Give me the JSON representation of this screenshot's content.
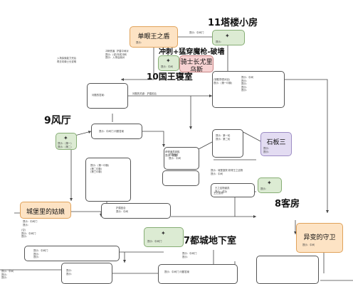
{
  "colors": {
    "orange": "#fde3c4",
    "green": "#dcebd3",
    "pink": "#f6d2d2",
    "purple": "#e3dcf2",
    "line": "#444444"
  },
  "nodes": {
    "king_shield": "单眼王之盾",
    "knight_title": "骑士长尤里",
    "knight_sub": "乌斯",
    "shiban": "石板三",
    "castle_girl": "城堡里的姑娘",
    "guardian": "异变的守卫"
  },
  "areas": {
    "tower": "11塔楼小房",
    "charge": "冲刺+猛穿魔枪-破墙",
    "throne": "10国王寝室",
    "wind": "9风厅",
    "guest": "8客房",
    "dungeon": "7都城地下室"
  },
  "small_text": {
    "t1": "问题的关键：护盾前后",
    "t2": "冲刺伤害  护盾中间对\n提示：(说)完成冲刺\n提示：入场后面对",
    "t3": "入场探索能力完后\n再去向骑士长说明",
    "t4": "获得道具钥匙\n提示：把握",
    "t5": "问题的答案：",
    "t6": "(钥匙物语对话)\n提示：(第一印象)",
    "t7": "提示：中间门",
    "t8": "提示：(第一印象)\n(第二印象)\n(第三印象)",
    "t9": "护盾回合\n提示：中间",
    "t10": "提示：第一轮\n提示：第二轮",
    "t11": "王之遗物道具\n提示：成功",
    "t12": "提示：城堡庭院 获得王之遗物\n提示：中间",
    "t13": "王之遗物",
    "t14": "提示：",
    "t15": "提示：中间门\n提示：",
    "t16": "(空)\n提示：中间门\n提示：",
    "t17": "护盾回合\n提示：中间",
    "t18": "提示：中间\n提示：\n提示：",
    "t19": "提示：中间门 问题答案",
    "t20": "提示：",
    "t21": "提示：(第一)\n提示：(第二)",
    "t22": "提示：中间门",
    "t23": "提示：中间门\n提示：\n提示：",
    "t24": "提示：",
    "t25": "提示：中间",
    "t26": "提示：\n提示：",
    "t27": "提示：中间\n提示：\n提示：\n提示：\n提示：",
    "t28": "提示：\n提示：",
    "t29": "提示：中间门\n提示：",
    "t30": "提示：中间门 问题答案",
    "t31": "提示：中间"
  }
}
